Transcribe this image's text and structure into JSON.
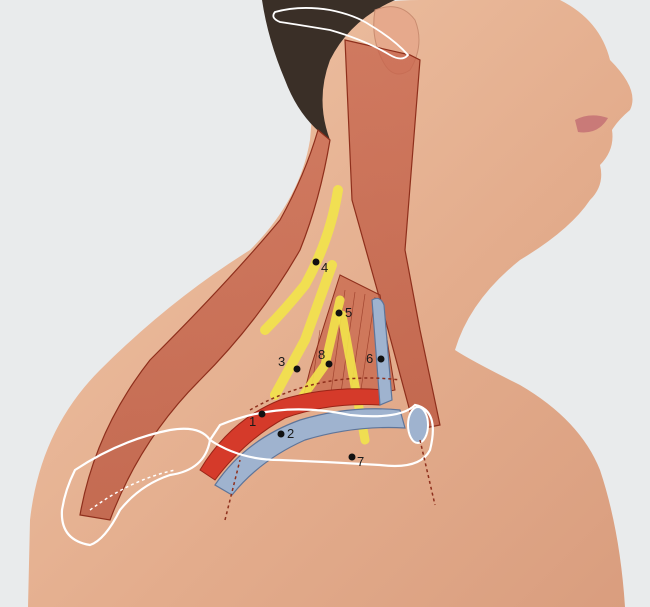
{
  "figure": {
    "labels": [
      {
        "id": "1",
        "text": "1"
      },
      {
        "id": "2",
        "text": "2"
      },
      {
        "id": "3",
        "text": "3"
      },
      {
        "id": "4",
        "text": "4"
      },
      {
        "id": "5",
        "text": "5"
      },
      {
        "id": "6",
        "text": "6"
      },
      {
        "id": "7",
        "text": "7"
      },
      {
        "id": "8",
        "text": "8"
      }
    ],
    "colors": {
      "background": "#e9ebec",
      "skin": "#e8b89a",
      "muscle": "#c9654a",
      "nerve": "#f2e34a",
      "artery": "#d53a2a",
      "vein": "#9fb3cf",
      "bone_outline": "#ffffff",
      "hair": "#3a2f27"
    }
  }
}
